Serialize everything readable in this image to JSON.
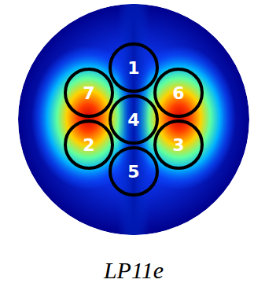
{
  "diagram": {
    "caption": "LP11e",
    "nodes": [
      {
        "text": [
          "1"
        ]
      },
      {
        "text": [
          "7"
        ]
      },
      {
        "text": [
          "6"
        ]
      },
      {
        "text": [
          "4"
        ]
      },
      {
        "text": [
          "2"
        ]
      },
      {
        "text": [
          "3"
        ]
      },
      {
        "text": [
          "5"
        ]
      }
    ]
  }
}
